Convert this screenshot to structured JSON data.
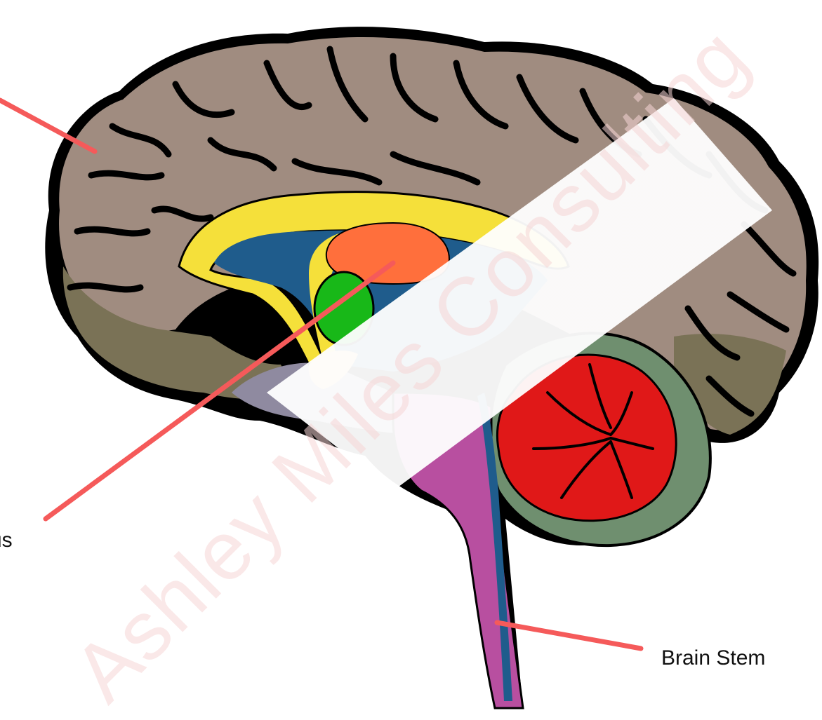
{
  "labels": {
    "brain_stem": "Brain Stem",
    "partial_left": "us"
  },
  "watermark": {
    "text": "Ashley Miles Consulting"
  },
  "colors": {
    "cortex": "#a08c80",
    "cortex_dark": "#7a7256",
    "sulci": "#000000",
    "corpus_callosum": "#f5e03a",
    "ventricle": "#1f5c8c",
    "thalamus": "#ff6f3c",
    "hypothalamus_green": "#18b818",
    "cerebellum": "#e01818",
    "cerebellum_outer": "#6f8f6f",
    "brain_stem": "#b84fa0",
    "pointer_line": "#f55a5a"
  }
}
